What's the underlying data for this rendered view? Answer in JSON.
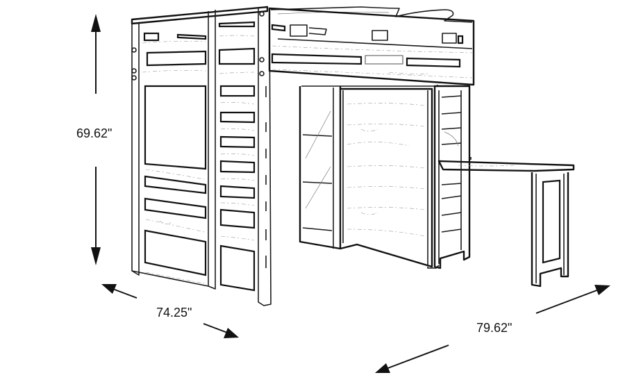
{
  "diagram": {
    "subject": "loft bed with desk and storage",
    "dimensions": {
      "height": {
        "label": "69.62\"",
        "axis": "vertical"
      },
      "depth": {
        "label": "74.25\"",
        "axis": "left-diagonal"
      },
      "width": {
        "label": "79.62\"",
        "axis": "right-diagonal"
      }
    },
    "colors": {
      "background": "#ffffff",
      "line": "#111111",
      "text": "#111111"
    }
  }
}
